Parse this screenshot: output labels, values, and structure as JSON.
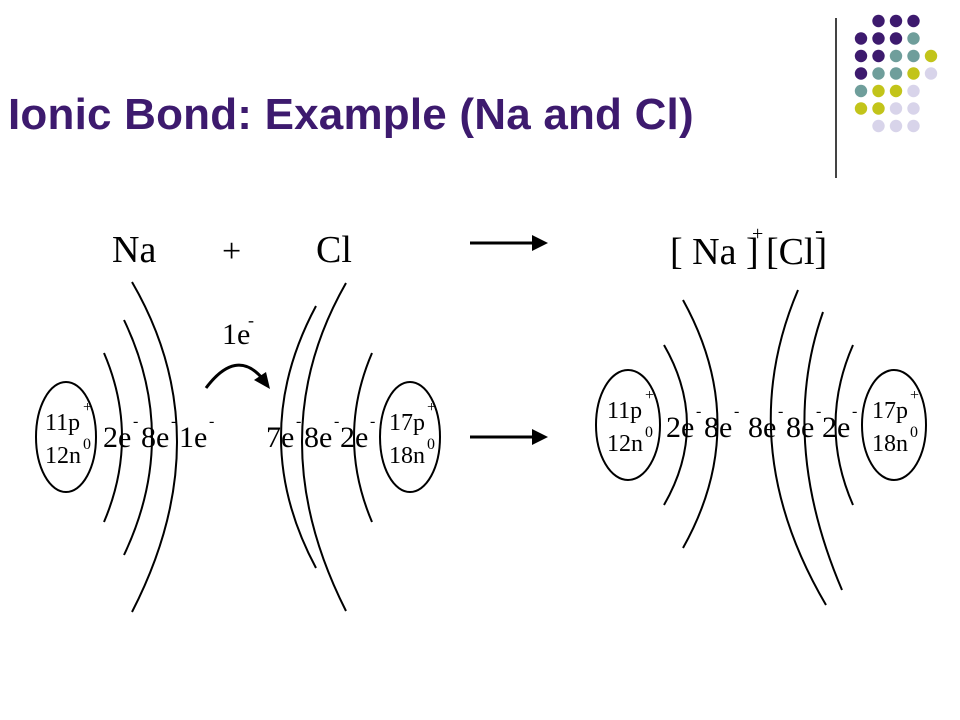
{
  "slide": {
    "title": "Ionic Bond: Example (Na and Cl)"
  },
  "theme": {
    "title_color": "#3d1a6e",
    "dot_colors": {
      "purple": "#3d1a6e",
      "teal": "#6f9e9b",
      "olive": "#c2c41a",
      "lavender": "#d8d4ea"
    }
  },
  "diagram": {
    "equation": {
      "reactant1": "Na",
      "plus": "+",
      "reactant2": "Cl",
      "product_na": "[ Na ]",
      "product_na_charge": "+",
      "product_cl": "[Cl]",
      "product_cl_charge": "-"
    },
    "transfer": {
      "label": "1e",
      "sup": "-"
    },
    "atoms": {
      "na": {
        "protons": "11p",
        "proton_sup": "+",
        "neutrons": "12n",
        "neutron_sup": "0",
        "shells": [
          {
            "v": "2e",
            "s": "-"
          },
          {
            "v": "8e",
            "s": "-"
          },
          {
            "v": "1e",
            "s": "-"
          }
        ]
      },
      "cl": {
        "protons": "17p",
        "proton_sup": "+",
        "neutrons": "18n",
        "neutron_sup": "0",
        "shells": [
          {
            "v": "7e",
            "s": "-"
          },
          {
            "v": "8e",
            "s": "-"
          },
          {
            "v": "2e",
            "s": "-"
          }
        ]
      }
    },
    "ions": {
      "na": {
        "protons": "11p",
        "proton_sup": "+",
        "neutrons": "12n",
        "neutron_sup": "0",
        "shells": [
          {
            "v": "2e",
            "s": "-"
          },
          {
            "v": "8e",
            "s": "-"
          }
        ]
      },
      "cl": {
        "protons": "17p",
        "proton_sup": "+",
        "neutrons": "18n",
        "neutron_sup": "0",
        "shells": [
          {
            "v": "8e",
            "s": "-"
          },
          {
            "v": "8e",
            "s": "-"
          },
          {
            "v": "2e",
            "s": "-"
          }
        ]
      }
    }
  }
}
